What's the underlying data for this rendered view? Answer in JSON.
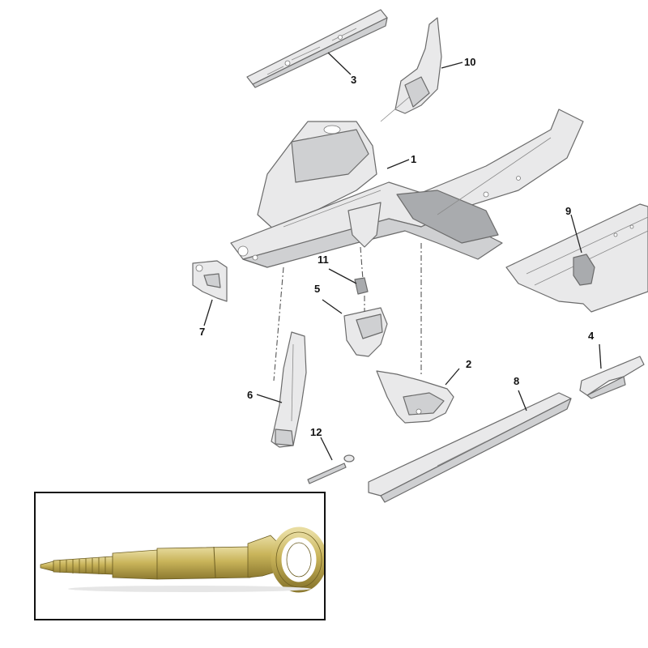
{
  "callouts": [
    {
      "id": "1",
      "label": "1"
    },
    {
      "id": "2",
      "label": "2"
    },
    {
      "id": "3",
      "label": "3"
    },
    {
      "id": "4",
      "label": "4"
    },
    {
      "id": "5",
      "label": "5"
    },
    {
      "id": "6",
      "label": "6"
    },
    {
      "id": "7",
      "label": "7"
    },
    {
      "id": "8",
      "label": "8"
    },
    {
      "id": "9",
      "label": "9"
    },
    {
      "id": "10",
      "label": "10"
    },
    {
      "id": "11",
      "label": "11"
    },
    {
      "id": "12",
      "label": "12"
    }
  ],
  "colors": {
    "part_fill": "#e9e9ea",
    "part_outline": "#6b6b6b",
    "tow_hook_metal": "#c9b45a"
  },
  "inset": {
    "subject": "tow-hook-photo"
  }
}
